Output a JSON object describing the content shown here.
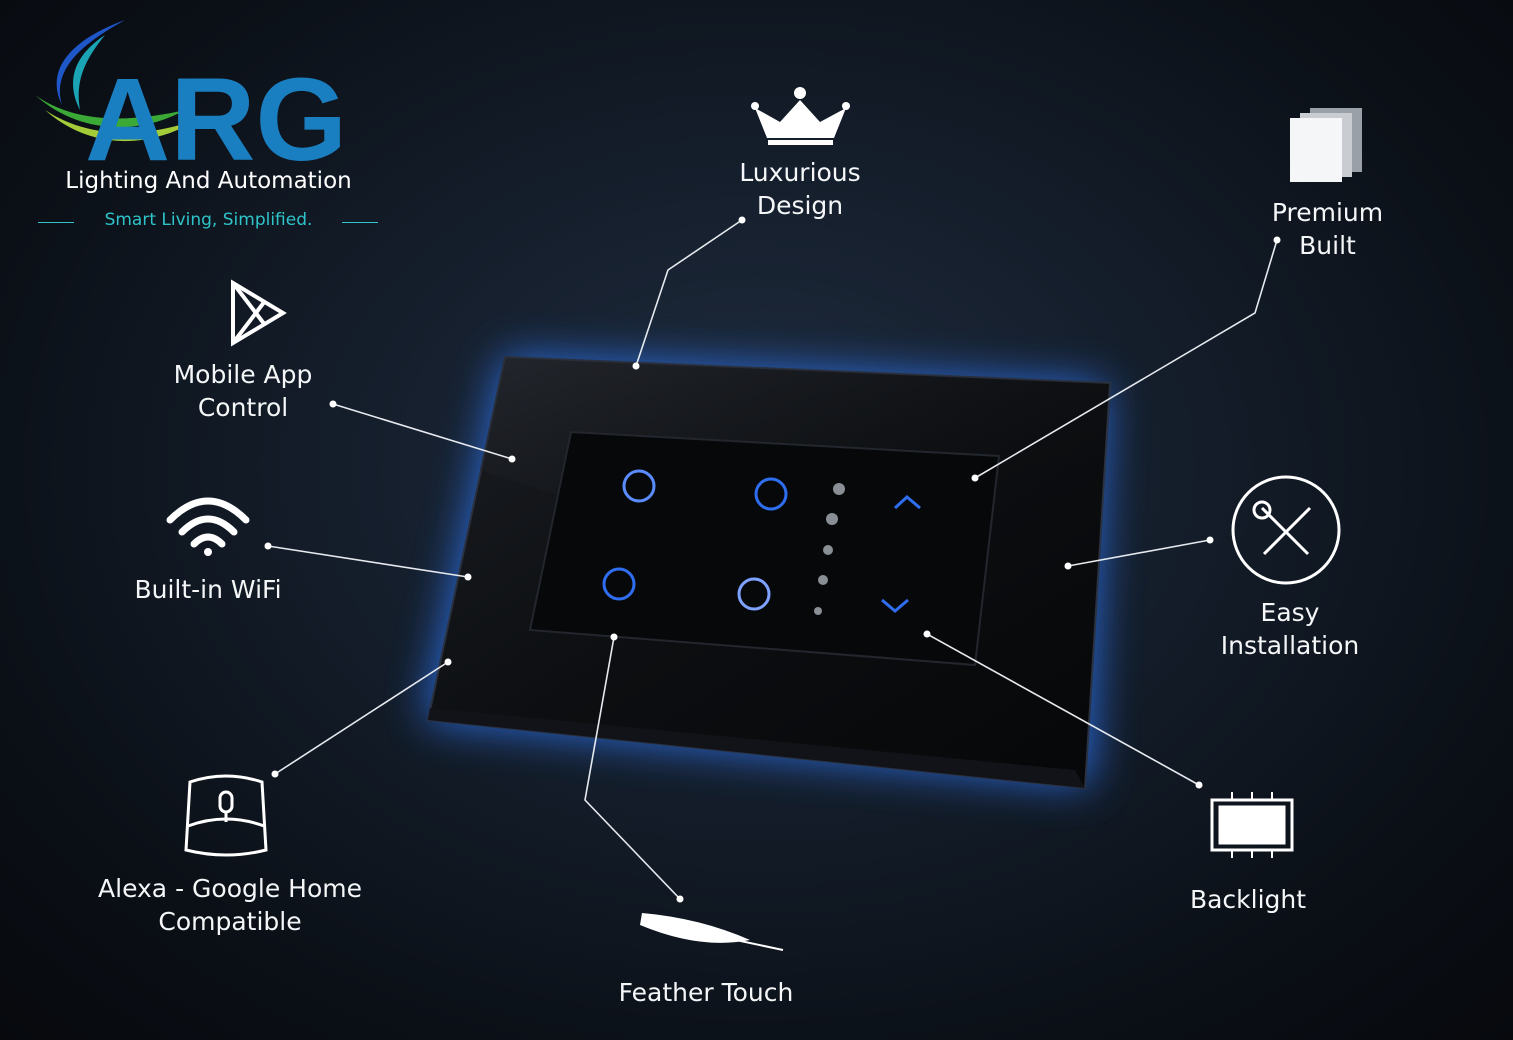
{
  "brand": {
    "logo_text": "ARG",
    "subtitle": "Lighting And Automation",
    "tagline": "Smart Living, Simplified."
  },
  "colors": {
    "background": "#111925",
    "glow": "#2f7bff",
    "brand_blue": "#1f57c9",
    "brand_teal": "#1aa4b4",
    "brand_green": "#3aa936",
    "tagline": "#2ec4c9",
    "button_ring": "#2f6ef0"
  },
  "features": [
    {
      "id": "luxurious-design",
      "label": "Luxurious\nDesign",
      "icon": "crown-icon"
    },
    {
      "id": "premium-built",
      "label": "Premium\nBuilt",
      "icon": "layers-icon"
    },
    {
      "id": "mobile-app-control",
      "label": "Mobile App\nControl",
      "icon": "play-store-icon"
    },
    {
      "id": "built-in-wifi",
      "label": "Built-in WiFi",
      "icon": "wifi-icon"
    },
    {
      "id": "easy-installation",
      "label": "Easy\nInstallation",
      "icon": "tools-icon"
    },
    {
      "id": "alexa-google",
      "label": "Alexa - Google Home\nCompatible",
      "icon": "smart-speaker-icon"
    },
    {
      "id": "feather-touch",
      "label": "Feather Touch",
      "icon": "feather-icon"
    },
    {
      "id": "backlight",
      "label": "Backlight",
      "icon": "backlight-chip-icon"
    }
  ]
}
